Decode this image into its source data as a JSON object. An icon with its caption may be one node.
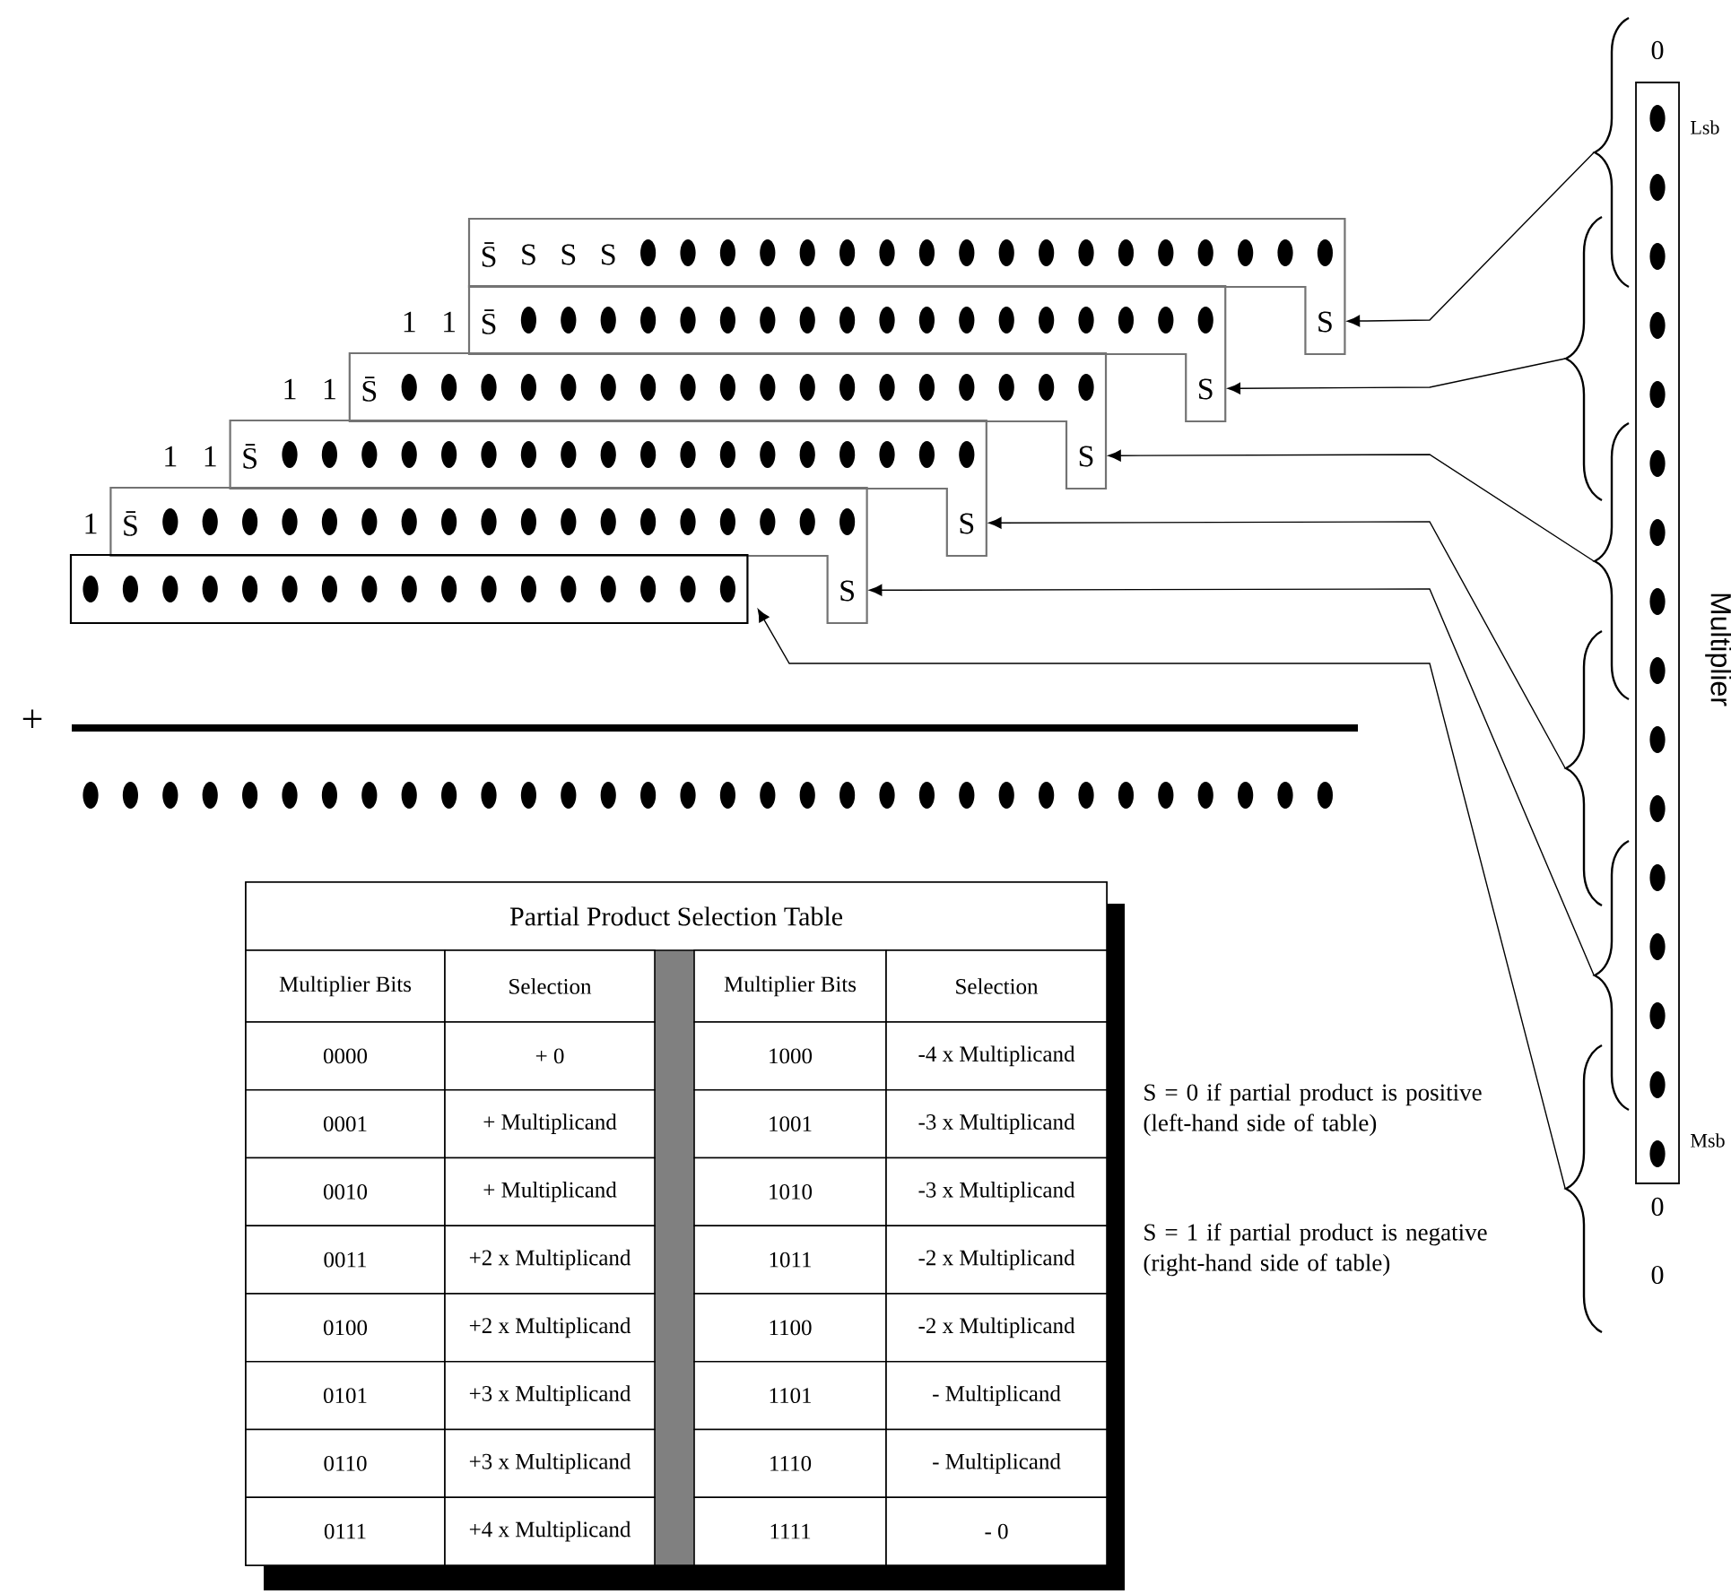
{
  "diagram": {
    "nodes": [
      {
        "text": [
          "S̄",
          "S",
          "S",
          "S",
          "S"
        ]
      },
      {
        "text": [
          "S̄",
          "S"
        ],
        "beside": [
          "1",
          "1"
        ]
      },
      {
        "text": [
          "S̄",
          "S"
        ],
        "beside": [
          "1",
          "1"
        ]
      },
      {
        "text": [
          "S̄",
          "S"
        ],
        "beside": [
          "1",
          "1"
        ]
      },
      {
        "text": [
          "S̄",
          "S"
        ],
        "beside": [
          "1"
        ]
      },
      {
        "text": [],
        "shape": "box"
      },
      {
        "text": [],
        "shape": "box",
        "beside": [
          "0",
          "Lsb",
          "Multiplier",
          "Msb",
          "0",
          "0"
        ]
      },
      {
        "text": [],
        "shape": "brace"
      },
      {
        "text": [],
        "shape": "brace"
      },
      {
        "text": [],
        "shape": "brace"
      },
      {
        "text": [],
        "shape": "brace"
      },
      {
        "text": [],
        "shape": "brace"
      },
      {
        "text": [],
        "shape": "brace"
      }
    ],
    "edges": [
      {
        "from": 7,
        "to": 0,
        "arrow": "to"
      },
      {
        "from": 8,
        "to": 1,
        "arrow": "to"
      },
      {
        "from": 9,
        "to": 2,
        "arrow": "to"
      },
      {
        "from": 10,
        "to": 3,
        "arrow": "to"
      },
      {
        "from": 11,
        "to": 4,
        "arrow": "to"
      },
      {
        "from": 12,
        "to": 5,
        "arrow": "to"
      }
    ],
    "labels": [
      "+",
      "Partial Product Selection Table",
      "Multiplier Bits",
      "Selection",
      "Multiplier Bits",
      "Selection",
      "0000",
      "+ 0",
      "1000",
      "-4 x Multiplicand",
      "0001",
      "+ Multiplicand",
      "1001",
      "-3 x Multiplicand",
      "0010",
      "+ Multiplicand",
      "1010",
      "-3 x Multiplicand",
      "0011",
      "+2 x Multiplicand",
      "1011",
      "-2 x Multiplicand",
      "0100",
      "+2 x Multiplicand",
      "1100",
      "-2 x Multiplicand",
      "0101",
      "+3 x Multiplicand",
      "1101",
      "- Multiplicand",
      "0110",
      "+3 x Multiplicand",
      "1110",
      "- Multiplicand",
      "0111",
      "+4 x Multiplicand",
      "1111",
      "- 0",
      "S = 0 if partial product is positive (left-hand side of table)",
      "S = 1 if partial product is negative (right-hand side of table)"
    ]
  }
}
